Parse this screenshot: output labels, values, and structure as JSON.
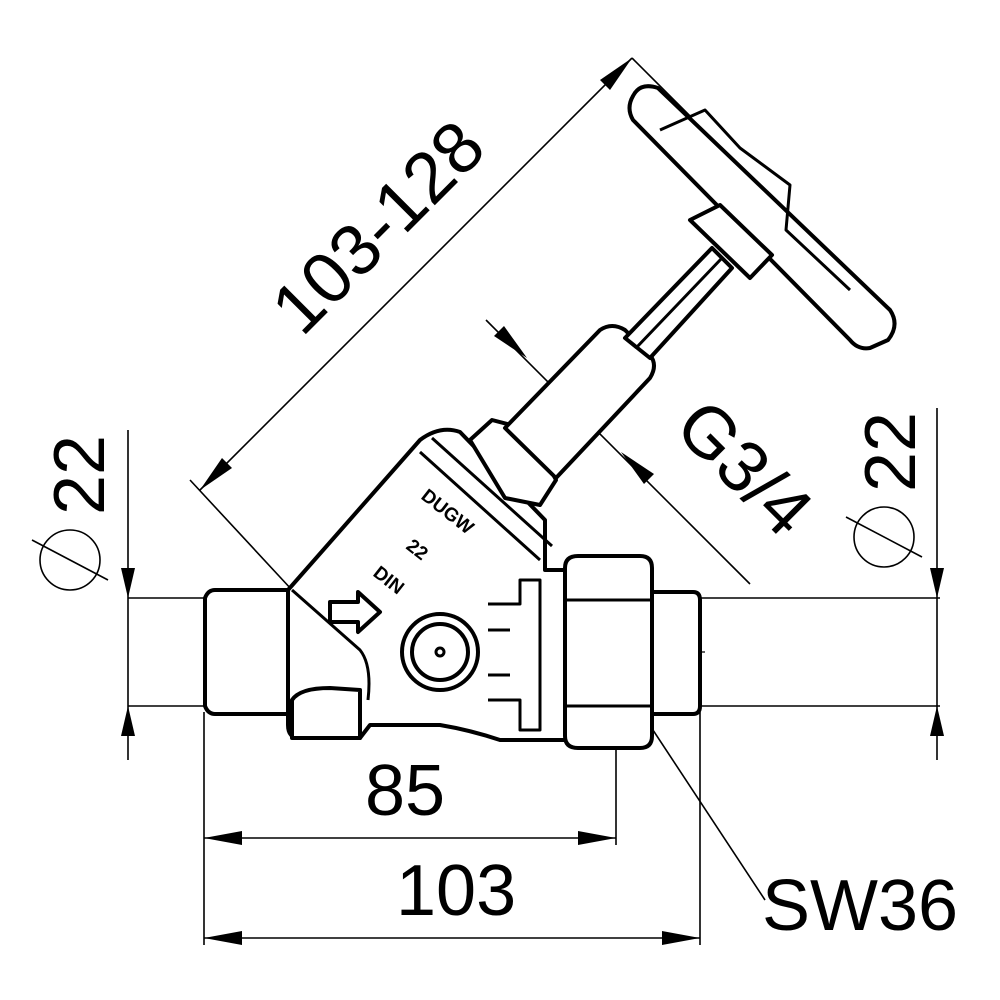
{
  "drawing": {
    "dimensions": {
      "stem_length": "103-128",
      "thread": "G3/4",
      "diameter_left": "22",
      "diameter_right": "22",
      "port_length": "85",
      "overall_length": "103",
      "wrench_size": "SW36"
    },
    "body_markings": {
      "maker": "DUGW",
      "nominal_size": "22",
      "standard": "DIN"
    },
    "colors": {
      "ink": "#000000",
      "paper": "#ffffff"
    }
  }
}
